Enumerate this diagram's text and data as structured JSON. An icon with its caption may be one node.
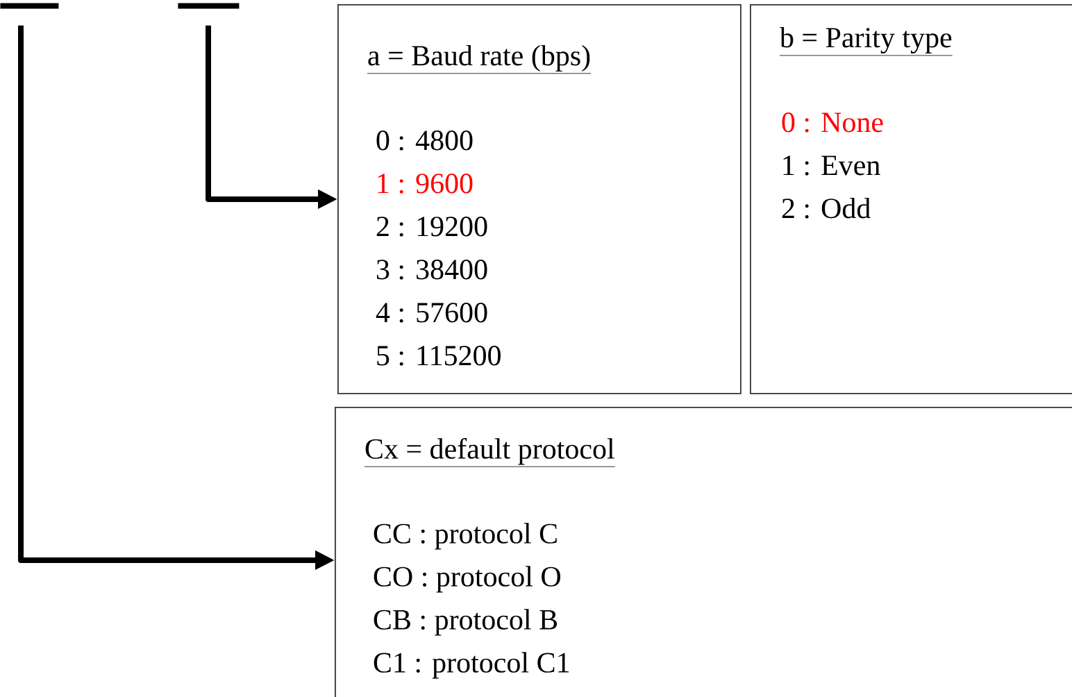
{
  "diagram": {
    "nodes": [
      {
        "text": [],
        "shape": "bar"
      },
      {
        "text": [],
        "shape": "bar"
      },
      {
        "text": [
          "a = Baud  rate (bps)",
          "0 : 4800",
          "1 : 9600",
          "2 : 19200",
          "3 : 38400",
          "4 : 57600",
          "5 : 115200"
        ]
      },
      {
        "text": [
          "b = Parity type",
          "0 : None",
          "1 : Even",
          "2 : Odd"
        ]
      },
      {
        "text": [
          "Cx = default protocol",
          "CC : protocol C",
          "CO : protocol O",
          "CB : protocol B",
          "C1 : protocol C1"
        ]
      }
    ],
    "edges": [
      {
        "from": 0,
        "to": 4,
        "arrow": "to"
      },
      {
        "from": 1,
        "to": 2,
        "arrow": "to"
      }
    ]
  }
}
